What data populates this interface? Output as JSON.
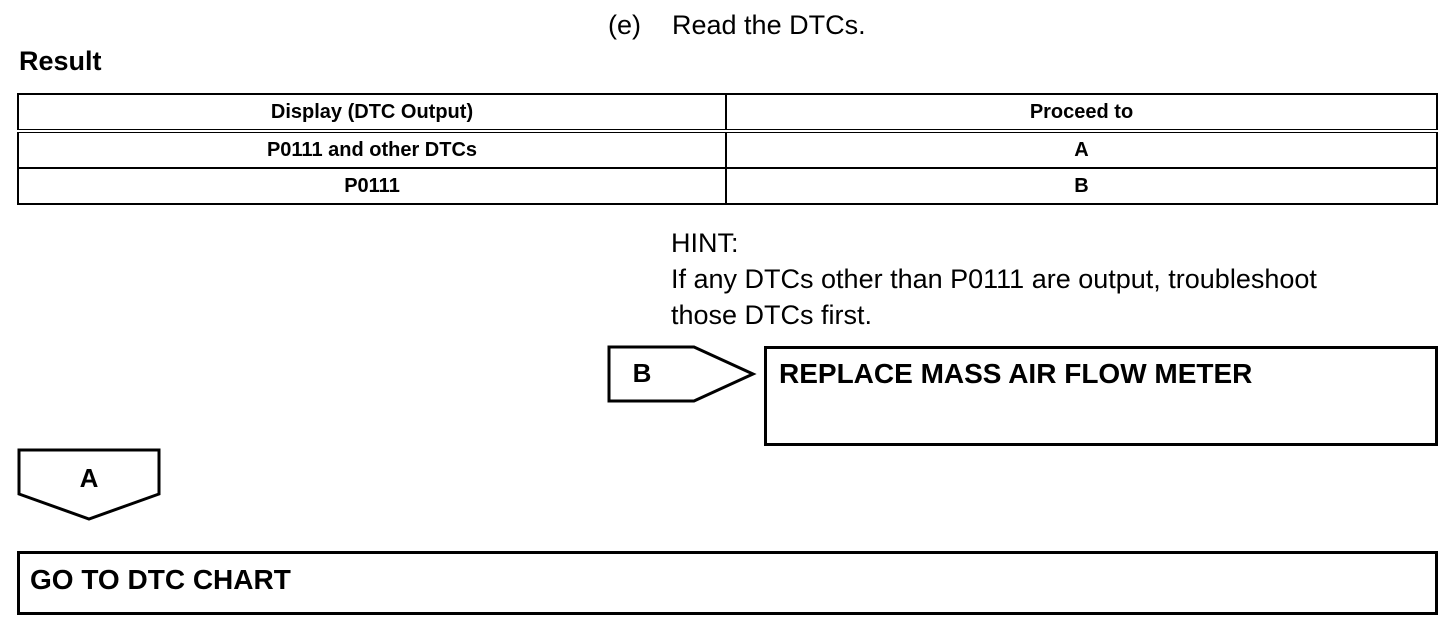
{
  "step": {
    "letter": "(e)",
    "text": "Read the DTCs."
  },
  "result_heading": "Result",
  "table": {
    "headers": [
      "Display (DTC Output)",
      "Proceed to"
    ],
    "rows": [
      [
        "P0111 and other DTCs",
        "A"
      ],
      [
        "P0111",
        "B"
      ]
    ]
  },
  "hint": {
    "label": "HINT:",
    "lines": [
      "If any DTCs other than P0111 are output, troubleshoot",
      "those DTCs first."
    ]
  },
  "branch_b": {
    "label": "B",
    "action": "REPLACE MASS AIR FLOW METER"
  },
  "branch_a": {
    "label": "A",
    "action": "GO TO DTC CHART"
  }
}
